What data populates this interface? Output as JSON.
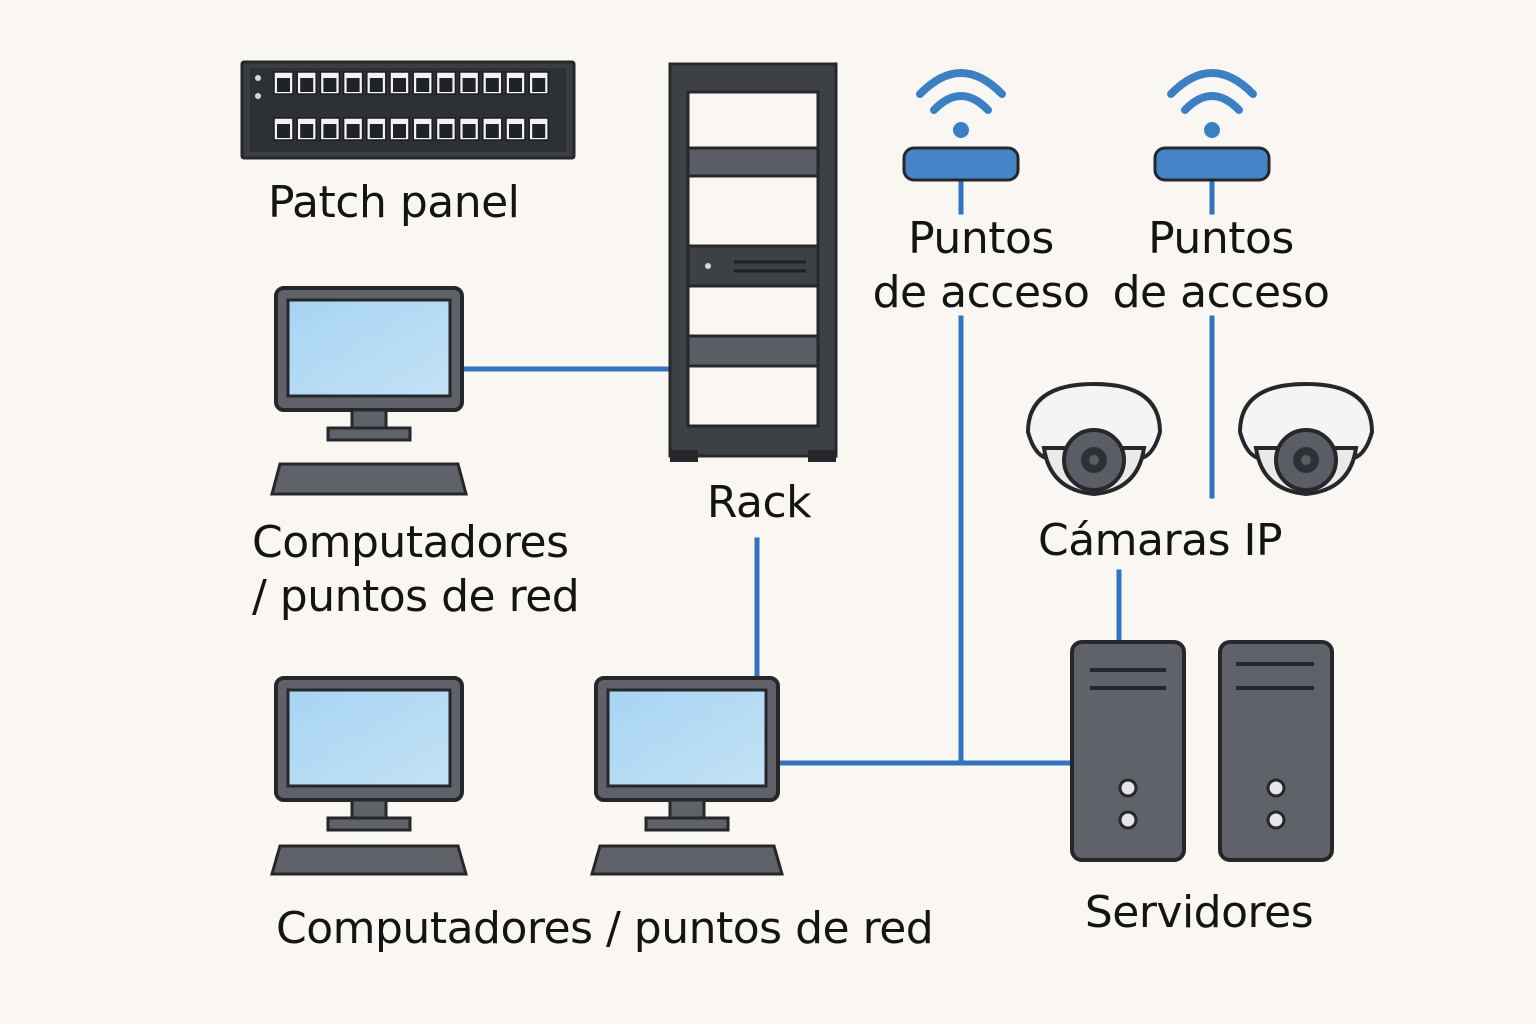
{
  "labels": {
    "patch_panel": "Patch panel",
    "rack": "Rack",
    "access_point_1": {
      "line1": "Puntos",
      "line2": "de acceso"
    },
    "access_point_2": {
      "line1": "Puntos",
      "line2": "de acceso"
    },
    "ip_cameras": "Cámaras IP",
    "computers_top": {
      "line1": "Computadores",
      "line2": "/ puntos de red"
    },
    "computers_bottom": "Computadores / puntos de red",
    "servers": "Servidores"
  },
  "colors": {
    "background": "#faf7f2",
    "cable": "#2f74c0",
    "device_dark": "#3a3d42",
    "device_body": "#5f6369",
    "screen": "#a9d6f2",
    "access_point": "#4684c8",
    "camera_shell": "#f2f2f2",
    "text": "#141414"
  },
  "icons": [
    "patch-panel-icon",
    "rack-icon",
    "wifi-icon",
    "access-point-icon",
    "computer-icon",
    "keyboard-icon",
    "camera-icon",
    "server-icon"
  ]
}
